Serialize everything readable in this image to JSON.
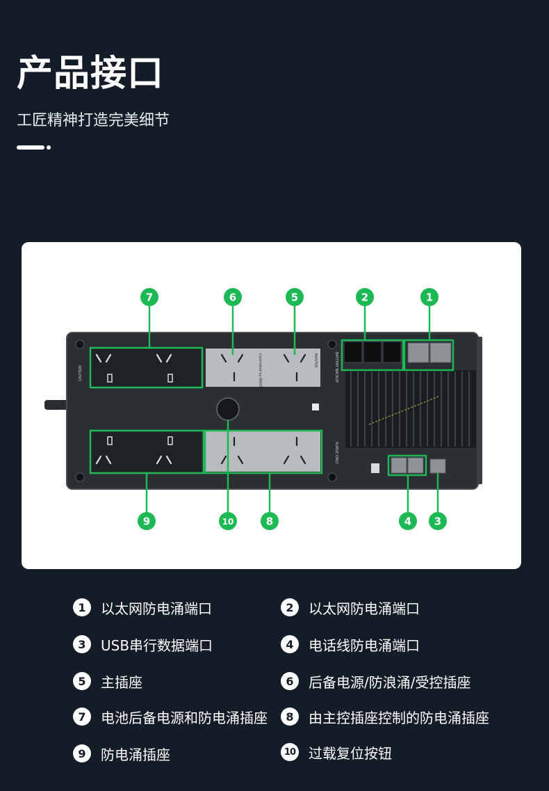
{
  "header": {
    "title": "产品接口",
    "subtitle": "工匠精神打造完美细节"
  },
  "colors": {
    "background": "#141d27",
    "marker_green": "#1db954",
    "callout_box": "#1db954",
    "card": "#ffffff"
  },
  "diagram": {
    "markers": [
      "7",
      "6",
      "5",
      "2",
      "1",
      "9",
      "10",
      "8",
      "4",
      "3"
    ],
    "device_labels": {
      "battery_backup": "BATTERY BACKUP",
      "surge_only": "SURGE ONLY",
      "master": "MASTER",
      "controlled_by_master": "Controlled by MASTER"
    }
  },
  "legend": [
    {
      "num": "1",
      "text": "以太网防电涌端口"
    },
    {
      "num": "2",
      "text": "以太网防电涌端口"
    },
    {
      "num": "3",
      "text": "USB串行数据端口"
    },
    {
      "num": "4",
      "text": "电话线防电涌端口"
    },
    {
      "num": "5",
      "text": "主插座"
    },
    {
      "num": "6",
      "text": "后备电源/防浪涌/受控插座"
    },
    {
      "num": "7",
      "text": "电池后备电源和防电涌插座"
    },
    {
      "num": "8",
      "text": "由主控插座控制的防电涌插座"
    },
    {
      "num": "9",
      "text": "防电涌插座"
    },
    {
      "num": "10",
      "text": "过载复位按钮"
    }
  ]
}
